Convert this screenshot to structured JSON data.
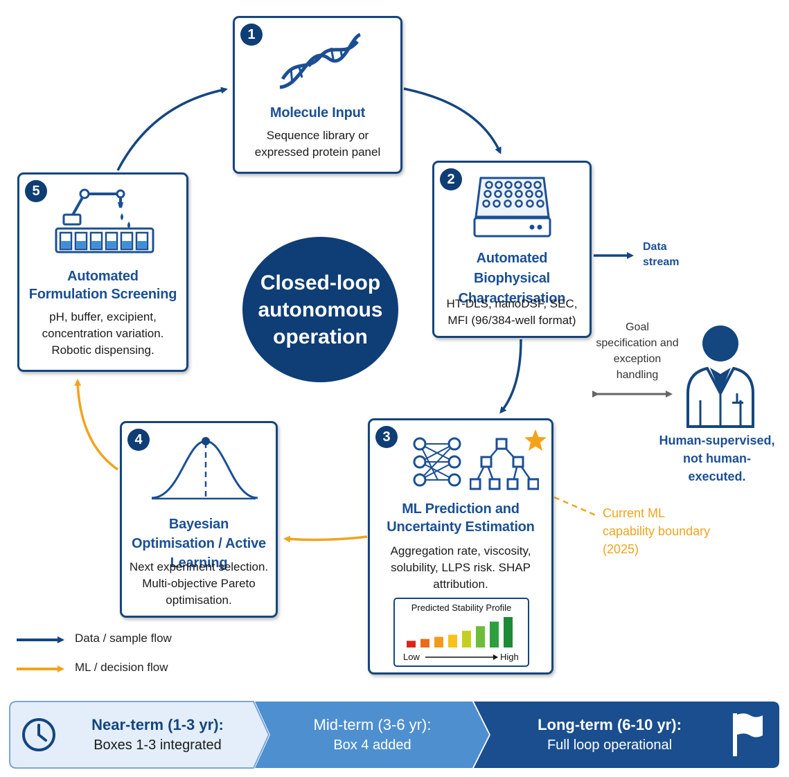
{
  "center_label": "Closed-loop autonomous operation",
  "boxes": [
    {
      "number": "1",
      "title": "Molecule Input",
      "description": "Sequence library or expressed protein panel"
    },
    {
      "number": "2",
      "title": "Automated Biophysical Characterisation",
      "description": "HT-DLS, nanoDSF, SEC, MFI (96/384-well format)"
    },
    {
      "number": "3",
      "title": "ML Prediction and Uncertainty Estimation",
      "description": "Aggregation rate, viscosity, solubility, LLPS risk. SHAP attribution."
    },
    {
      "number": "4",
      "title": "Bayesian Optimisation / Active Learning",
      "description": "Next experiment selection. Multi-objective Pareto optimisation."
    },
    {
      "number": "5",
      "title": "Automated Formulation Screening",
      "description": "pH, buffer, excipient, concentration variation. Robotic dispensing."
    }
  ],
  "data_stream_label": "Data stream",
  "goal_label": "Goal specification and exception handling",
  "human_label": "Human-supervised, not human-executed.",
  "ml_boundary_label": "Current ML capability boundary (2025)",
  "mini_chart": {
    "title": "Predicted Stability Profile",
    "low_label": "Low",
    "high_label": "High",
    "bar_levels": [
      0.22,
      0.28,
      0.35,
      0.42,
      0.55,
      0.7,
      0.85,
      1.0
    ],
    "bar_colors": [
      "#d7261e",
      "#ec6a1c",
      "#f29a1f",
      "#f7c21c",
      "#c4d021",
      "#6cbd3b",
      "#2f9e3f",
      "#1d8a35"
    ]
  },
  "legend": [
    {
      "label": "Data / sample flow",
      "color": "#14467f"
    },
    {
      "label": "ML / decision flow",
      "color": "#f2a31b"
    }
  ],
  "timeline": [
    {
      "heading": "Near-term (1-3 yr):",
      "sub": "Boxes 1-3 integrated"
    },
    {
      "heading": "Mid-term (3-6 yr):",
      "sub": "Box 4 added"
    },
    {
      "heading": "Long-term (6-10 yr):",
      "sub": "Full loop operational"
    }
  ],
  "colors": {
    "navy": "#0f3d75",
    "blue_text": "#1b4f94",
    "orange": "#f2a31b",
    "timeline_light": "#e3eefa",
    "timeline_mid": "#4e8fcf",
    "timeline_dark": "#1a4e8e"
  }
}
